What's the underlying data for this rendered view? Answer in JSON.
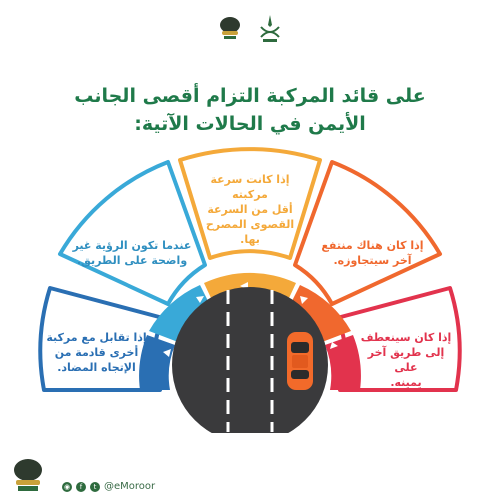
{
  "header": {
    "title_line1": "على قائد المركبة التزام أقصى الجانب",
    "title_line2": "الأيمن في الحالات الآتية:"
  },
  "segments": [
    {
      "id": "top",
      "color": "#f4a93a",
      "text_lines": [
        "إذا كانت سرعة مركبته",
        "أقل من السرعة",
        "القصوى المصرح بها."
      ]
    },
    {
      "id": "upper-right",
      "color": "#f0682e",
      "text_lines": [
        "إذا كان هناك منتفع",
        "آخر سيتجاوزه."
      ]
    },
    {
      "id": "lower-right",
      "color": "#e2334d",
      "text_lines": [
        "إذا كان سينعطف",
        "إلى طريق آخر على",
        "يمينه."
      ]
    },
    {
      "id": "upper-left",
      "color": "#39a9d8",
      "text_lines": [
        "عندما تكون الرؤية غير",
        "واضحة على الطريق."
      ]
    },
    {
      "id": "lower-left",
      "color": "#2a6fb3",
      "text_lines": [
        "إذا تقابل مع مركبة",
        "أخرى قادمة من",
        "الإتجاه المضاد."
      ]
    }
  ],
  "footer": {
    "handle": "@eMoroor"
  },
  "icons": [
    "emblem-icon",
    "traffic-police-icon",
    "car-icon",
    "arrow-icon",
    "twitter-icon",
    "facebook-icon",
    "instagram-icon"
  ]
}
